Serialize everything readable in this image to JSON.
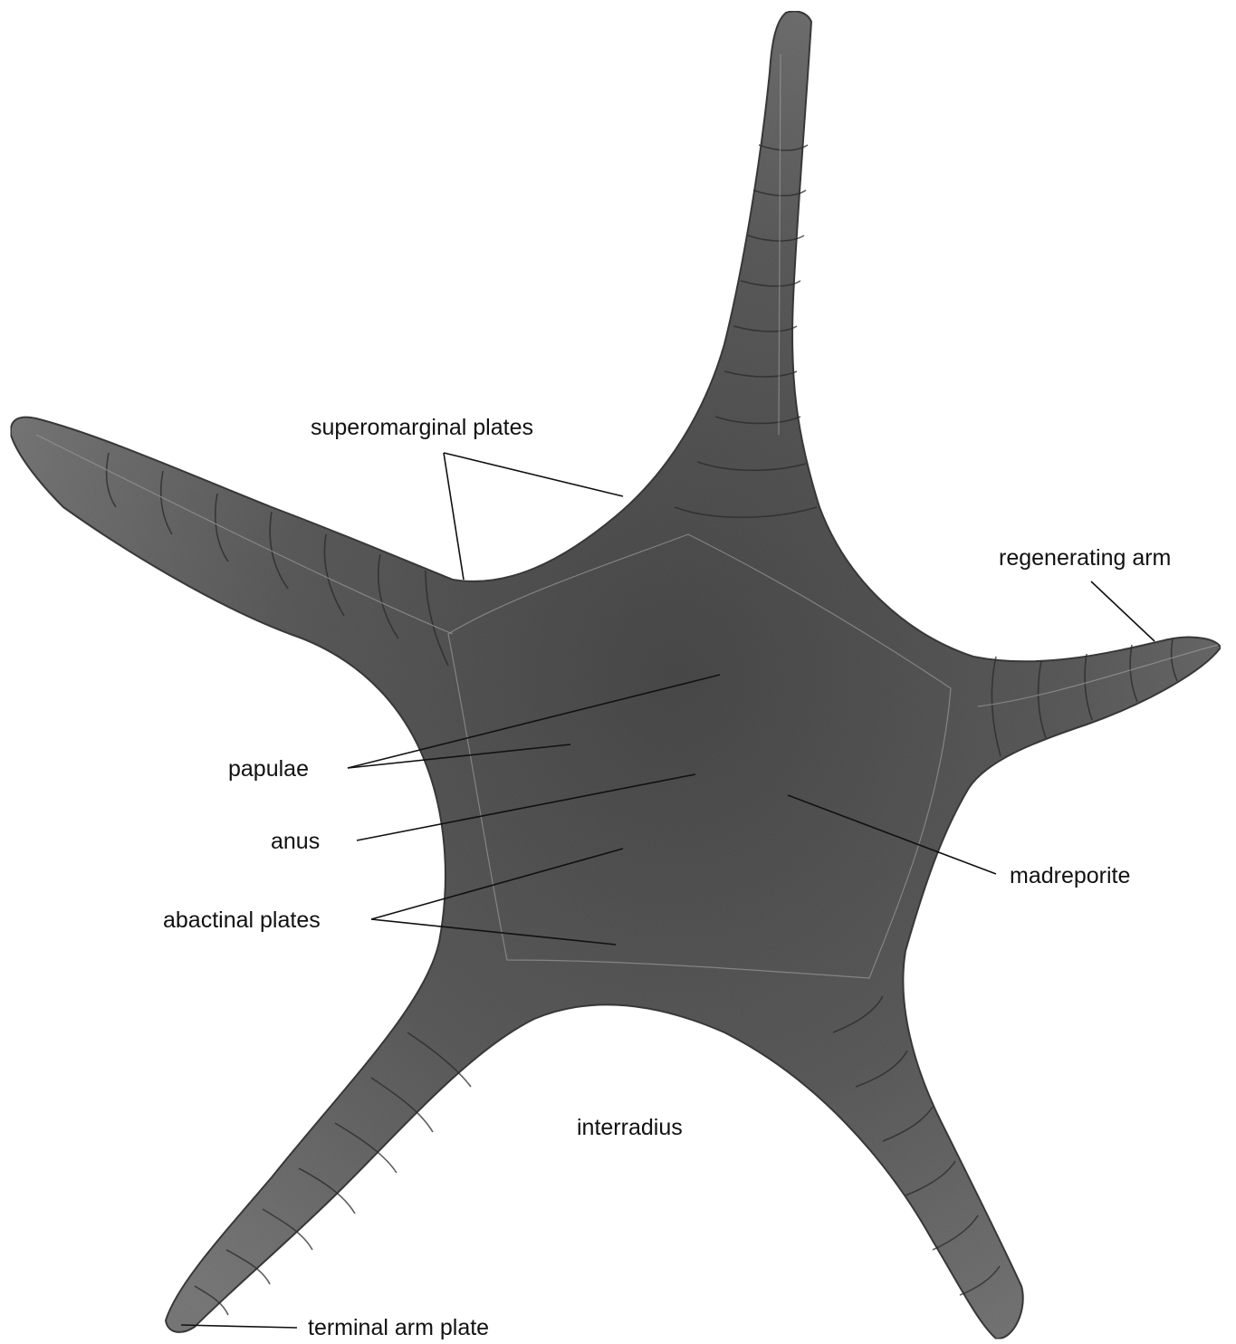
{
  "figure": {
    "subject": "sea star aboral surface",
    "colors": {
      "body": "#6f6f6f",
      "body_dark": "#3d3d3d",
      "body_light": "#a8a8a8",
      "label": "#111111",
      "background": "#ffffff"
    }
  },
  "labels": {
    "superomarginal": "superomarginal plates",
    "regenerating": "regenerating arm",
    "papulae": "papulae",
    "anus": "anus",
    "madreporite": "madreporite",
    "abactinal": "abactinal plates",
    "interradius": "interradius",
    "terminal": "terminal arm plate"
  }
}
